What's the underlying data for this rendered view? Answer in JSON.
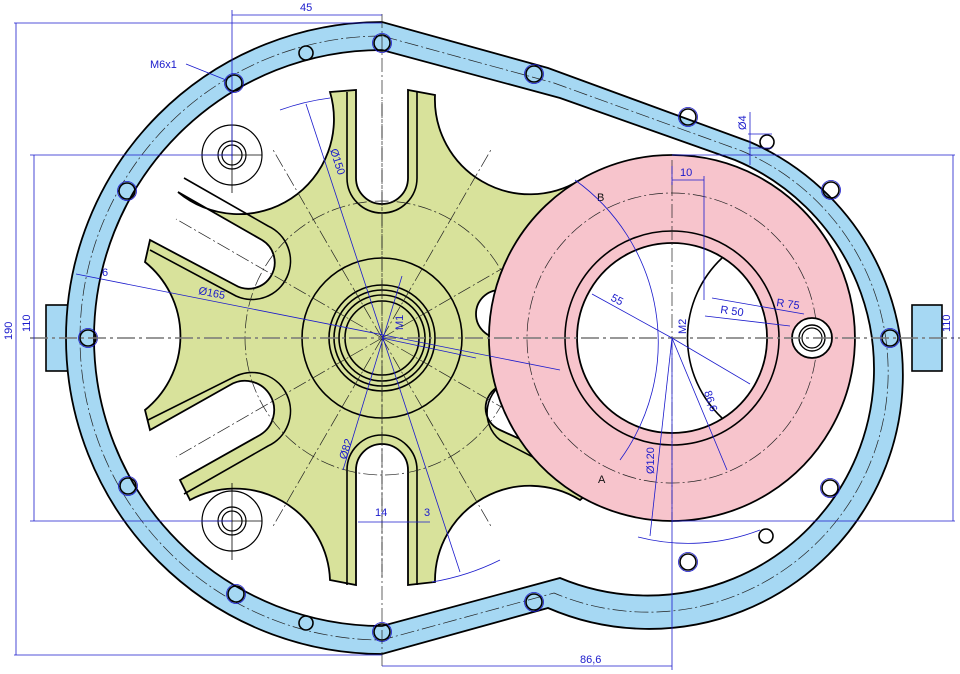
{
  "drawing": {
    "title": "Gear housing assembly with slotted rotor and eccentric ring",
    "colors": {
      "housing": "#a6d8f3",
      "rotor": "#d8e29b",
      "ring": "#f7c4cc",
      "dimension": "#1a1acc",
      "outline": "#000000",
      "axis": "#777777"
    },
    "centers": {
      "m1": "M1",
      "m2": "M2"
    },
    "points": {
      "a": "A",
      "b": "B"
    },
    "dimensions": {
      "top_offset": "45",
      "thread": "M6x1",
      "wall_thickness": "6",
      "dia_165": "Ø165",
      "dia_150": "Ø150",
      "dia_82": "Ø82",
      "slot_width": "14",
      "slot_wall": "3",
      "radius_55": "55",
      "bolt_hole": "Ø4",
      "offset_10": "10",
      "radius_75": "R 75",
      "radius_50": "R 50",
      "dia_120": "Ø120",
      "center_dist_diag": "86,6",
      "center_dist_bottom": "86,6",
      "height_overall": "190",
      "height_left": "110",
      "height_right": "110"
    }
  }
}
